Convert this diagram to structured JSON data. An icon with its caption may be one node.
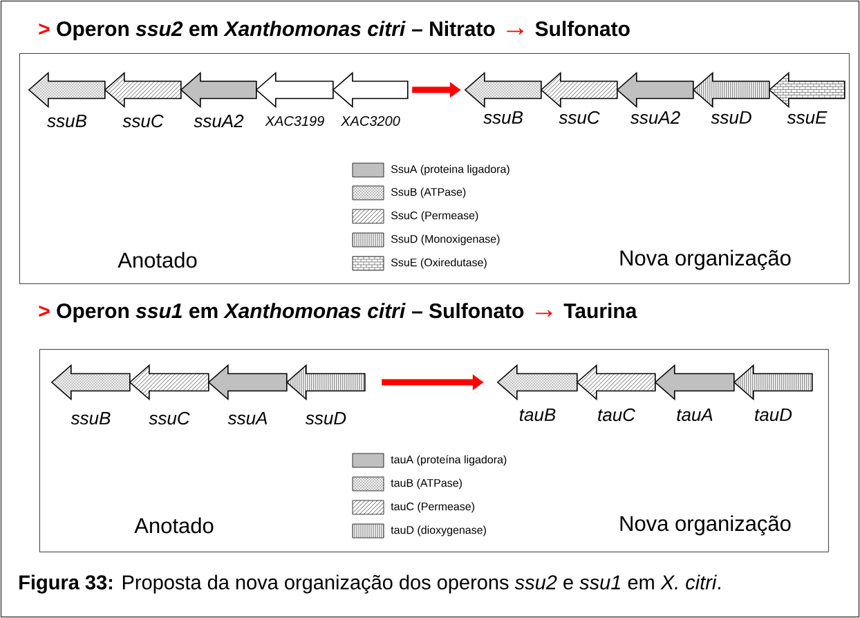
{
  "diagram": {
    "caption": "**Figura 33:** Proposta da nova organização dos operons *ssu2* e *ssu1* em *X. citri*.",
    "nodes": [
      {
        "text": [
          ">",
          "Operon *ssu2* em *Xanthomonas citri* – Nitrato",
          "→",
          "Sulfonato",
          "Anotado",
          "Nova organização"
        ]
      },
      {
        "text": [],
        "shape": "arrow",
        "beside": [
          "ssuB"
        ],
        "in": 0
      },
      {
        "text": [],
        "shape": "arrow",
        "beside": [
          "ssuC"
        ],
        "in": 0
      },
      {
        "text": [],
        "shape": "arrow",
        "beside": [
          "ssuA2"
        ],
        "in": 0
      },
      {
        "text": [],
        "shape": "arrow",
        "beside": [
          "XAC3199"
        ],
        "in": 0
      },
      {
        "text": [],
        "shape": "arrow",
        "beside": [
          "XAC3200"
        ],
        "in": 0
      },
      {
        "text": [],
        "shape": "arrow",
        "beside": [
          "ssuB"
        ],
        "in": 0
      },
      {
        "text": [],
        "shape": "arrow",
        "beside": [
          "ssuC"
        ],
        "in": 0
      },
      {
        "text": [],
        "shape": "arrow",
        "beside": [
          "ssuA2"
        ],
        "in": 0
      },
      {
        "text": [],
        "shape": "arrow",
        "beside": [
          "ssuD"
        ],
        "in": 0
      },
      {
        "text": [],
        "shape": "arrow",
        "beside": [
          "ssuE"
        ],
        "in": 0
      },
      {
        "text": [
          ">",
          "Operon *ssu1* em *Xanthomonas citri* – Sulfonato",
          "→",
          "Taurina",
          "Anotado",
          "Nova organização"
        ]
      },
      {
        "text": [],
        "shape": "arrow",
        "beside": [
          "ssuB"
        ],
        "in": 11
      },
      {
        "text": [],
        "shape": "arrow",
        "beside": [
          "ssuC"
        ],
        "in": 11
      },
      {
        "text": [],
        "shape": "arrow",
        "beside": [
          "ssuA"
        ],
        "in": 11
      },
      {
        "text": [],
        "shape": "arrow",
        "beside": [
          "ssuD"
        ],
        "in": 11
      },
      {
        "text": [],
        "shape": "arrow",
        "beside": [
          "tauB"
        ],
        "in": 11
      },
      {
        "text": [],
        "shape": "arrow",
        "beside": [
          "tauC"
        ],
        "in": 11
      },
      {
        "text": [],
        "shape": "arrow",
        "beside": [
          "tauA"
        ],
        "in": 11
      },
      {
        "text": [],
        "shape": "arrow",
        "beside": [
          "tauD"
        ],
        "in": 11
      }
    ],
    "edges": [
      {
        "from": 5,
        "to": 6,
        "arrow": "to"
      },
      {
        "from": 15,
        "to": 16,
        "arrow": "to"
      }
    ],
    "legend": [
      {
        "text": "SsuA (proteina ligadora)"
      },
      {
        "text": "SsuB (ATPase)"
      },
      {
        "text": "SsuC (Permease)"
      },
      {
        "text": "SsuD (Monoxigenase)"
      },
      {
        "text": "SsuE (Oxiredutase)"
      },
      {
        "text": "tauA (proteína ligadora)"
      },
      {
        "text": "tauB (ATPase)"
      },
      {
        "text": "tauC (Permease)"
      },
      {
        "text": "tauD (dioxygenase)"
      }
    ]
  }
}
